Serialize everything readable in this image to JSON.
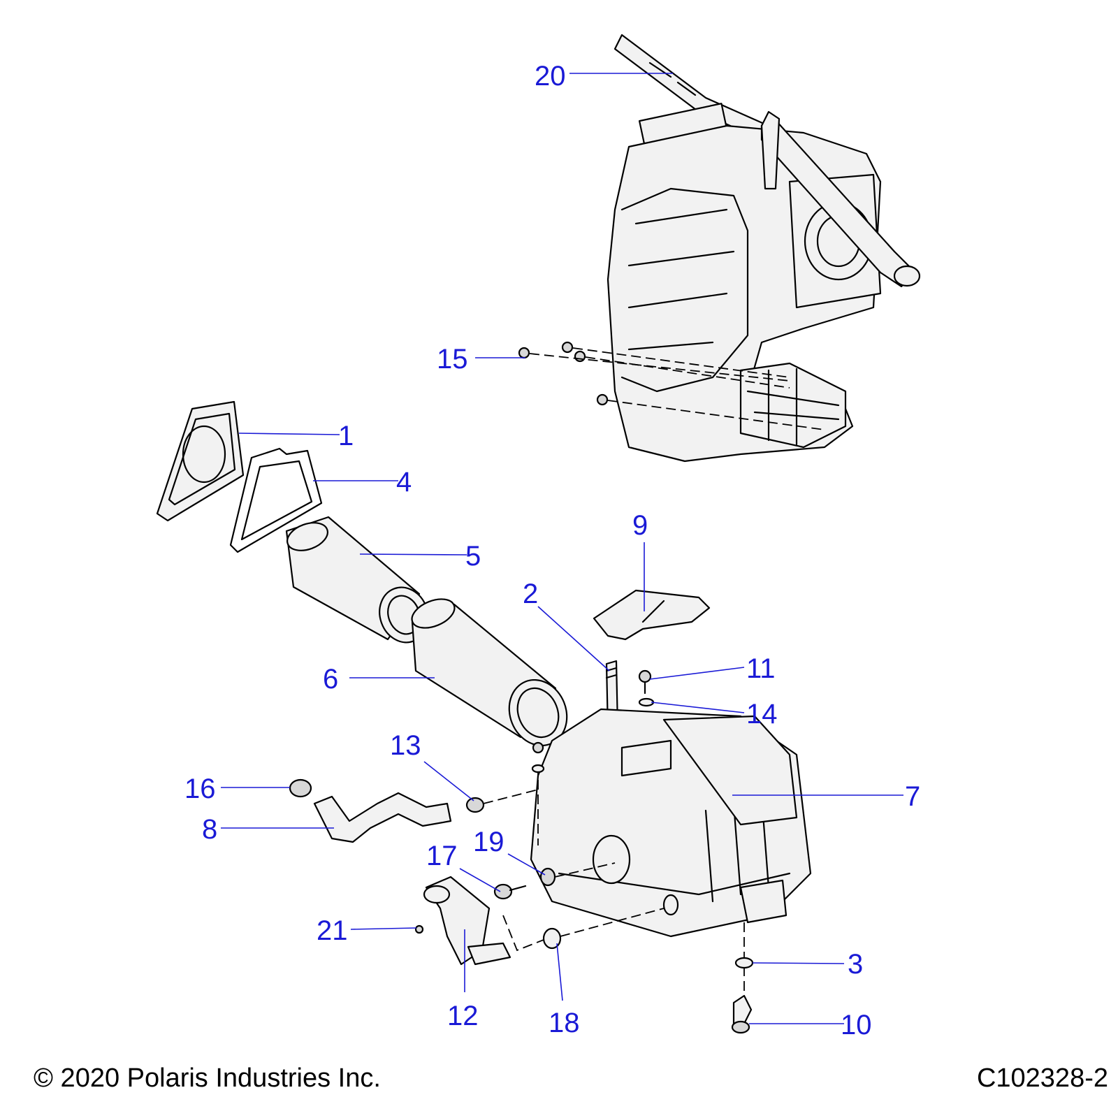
{
  "callouts": [
    {
      "id": "1",
      "label": "1"
    },
    {
      "id": "2",
      "label": "2"
    },
    {
      "id": "3",
      "label": "3"
    },
    {
      "id": "4",
      "label": "4"
    },
    {
      "id": "5",
      "label": "5"
    },
    {
      "id": "6",
      "label": "6"
    },
    {
      "id": "7",
      "label": "7"
    },
    {
      "id": "8",
      "label": "8"
    },
    {
      "id": "9",
      "label": "9"
    },
    {
      "id": "10",
      "label": "10"
    },
    {
      "id": "11",
      "label": "11"
    },
    {
      "id": "12",
      "label": "12"
    },
    {
      "id": "13",
      "label": "13"
    },
    {
      "id": "14",
      "label": "14"
    },
    {
      "id": "15",
      "label": "15"
    },
    {
      "id": "16",
      "label": "16"
    },
    {
      "id": "17",
      "label": "17"
    },
    {
      "id": "18",
      "label": "18"
    },
    {
      "id": "19",
      "label": "19"
    },
    {
      "id": "20",
      "label": "20"
    },
    {
      "id": "21",
      "label": "21"
    }
  ],
  "footer": {
    "copyright": "© 2020 Polaris Industries Inc.",
    "diagram_code": "C102328-2"
  },
  "colors": {
    "callout": "#1a1ad6",
    "line": "#000000",
    "part_fill": "#f2f2f2"
  }
}
